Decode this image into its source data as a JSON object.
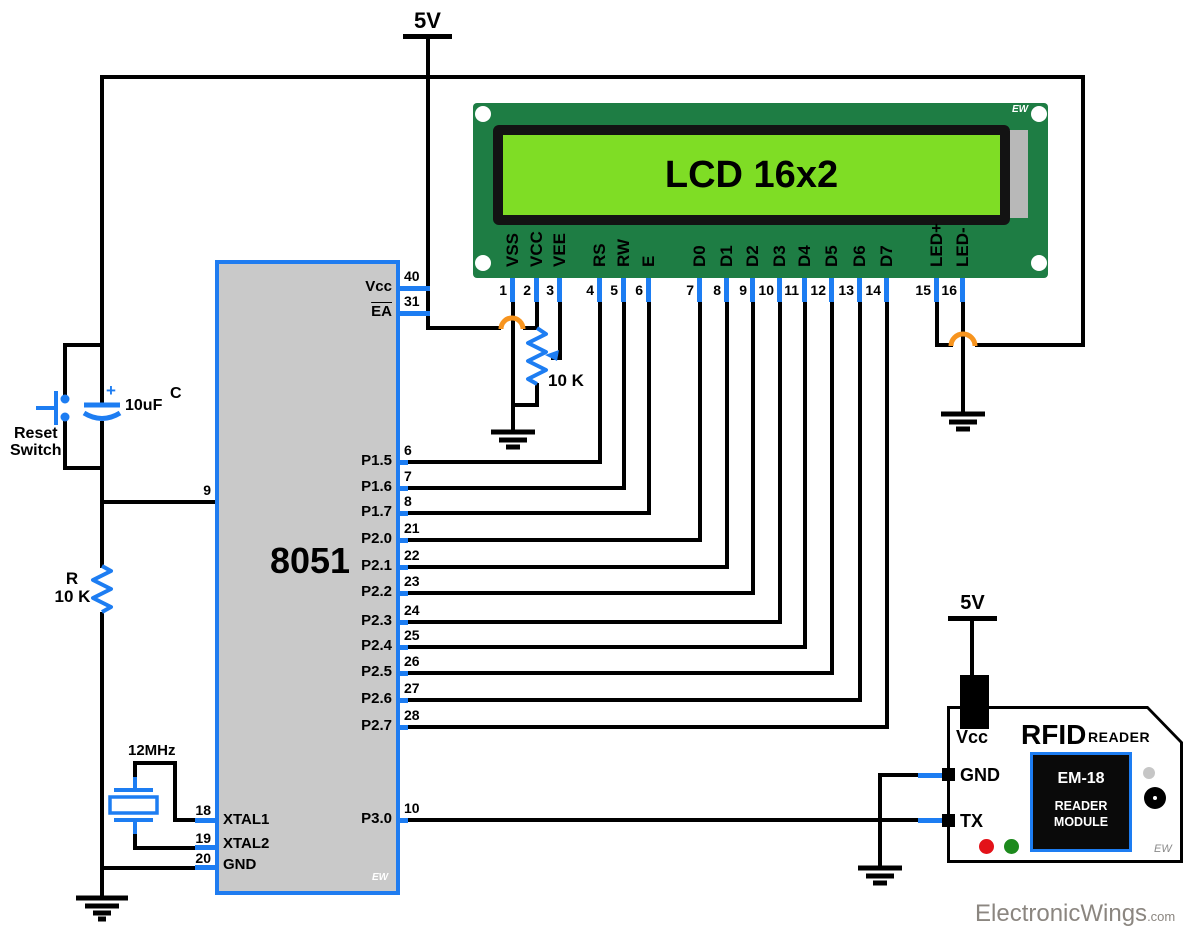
{
  "supplies": {
    "main_5v": "5V",
    "rfid_5v": "5V"
  },
  "lcd": {
    "title": "LCD 16x2",
    "watermark": "EW",
    "pins": [
      {
        "num": "1",
        "name": "VSS"
      },
      {
        "num": "2",
        "name": "VCC"
      },
      {
        "num": "3",
        "name": "VEE"
      },
      {
        "num": "4",
        "name": "RS"
      },
      {
        "num": "5",
        "name": "RW"
      },
      {
        "num": "6",
        "name": "E"
      },
      {
        "num": "7",
        "name": "D0"
      },
      {
        "num": "8",
        "name": "D1"
      },
      {
        "num": "9",
        "name": "D2"
      },
      {
        "num": "10",
        "name": "D3"
      },
      {
        "num": "11",
        "name": "D4"
      },
      {
        "num": "12",
        "name": "D5"
      },
      {
        "num": "13",
        "name": "D6"
      },
      {
        "num": "14",
        "name": "D7"
      },
      {
        "num": "15",
        "name": "LED+"
      },
      {
        "num": "16",
        "name": "LED-"
      }
    ]
  },
  "mcu": {
    "name": "8051",
    "watermark": "EW",
    "right_pins": [
      {
        "name": "Vcc",
        "num": "40"
      },
      {
        "name": "EA",
        "num": "31"
      },
      {
        "name": "P1.5",
        "num": "6"
      },
      {
        "name": "P1.6",
        "num": "7"
      },
      {
        "name": "P1.7",
        "num": "8"
      },
      {
        "name": "P2.0",
        "num": "21"
      },
      {
        "name": "P2.1",
        "num": "22"
      },
      {
        "name": "P2.2",
        "num": "23"
      },
      {
        "name": "P2.3",
        "num": "24"
      },
      {
        "name": "P2.4",
        "num": "25"
      },
      {
        "name": "P2.5",
        "num": "26"
      },
      {
        "name": "P2.6",
        "num": "27"
      },
      {
        "name": "P2.7",
        "num": "28"
      },
      {
        "name": "P3.0",
        "num": "10"
      }
    ],
    "left_pins": [
      {
        "name": "",
        "num": "9"
      },
      {
        "name": "XTAL1",
        "num": "18"
      },
      {
        "name": "XTAL2",
        "num": "19"
      },
      {
        "name": "GND",
        "num": "20"
      }
    ]
  },
  "reset_circuit": {
    "switch_label_1": "Reset",
    "switch_label_2": "Switch",
    "cap_polarity": "+",
    "cap_value": "10uF",
    "cap_ref": "C",
    "res_ref": "R",
    "res_value": "10 K"
  },
  "crystal": {
    "value": "12MHz"
  },
  "pot": {
    "value": "10 K"
  },
  "rfid": {
    "title": "RFID",
    "subtitle": "READER",
    "pin_vcc": "Vcc",
    "pin_gnd": "GND",
    "pin_tx": "TX",
    "module_name": "EM-18",
    "module_line2": "READER",
    "module_line3": "MODULE",
    "watermark": "EW"
  },
  "footer": {
    "brand": "ElectronicWings",
    "suffix": ".com"
  },
  "colors": {
    "wire_blue": "#1d7df2",
    "hop_orange": "#f7941e",
    "pcb_green": "#1e7d44",
    "screen_green": "#7fdd25",
    "chip_gray": "#c9c9c9",
    "led_red": "#e31219",
    "led_green": "#1d8a1d"
  }
}
